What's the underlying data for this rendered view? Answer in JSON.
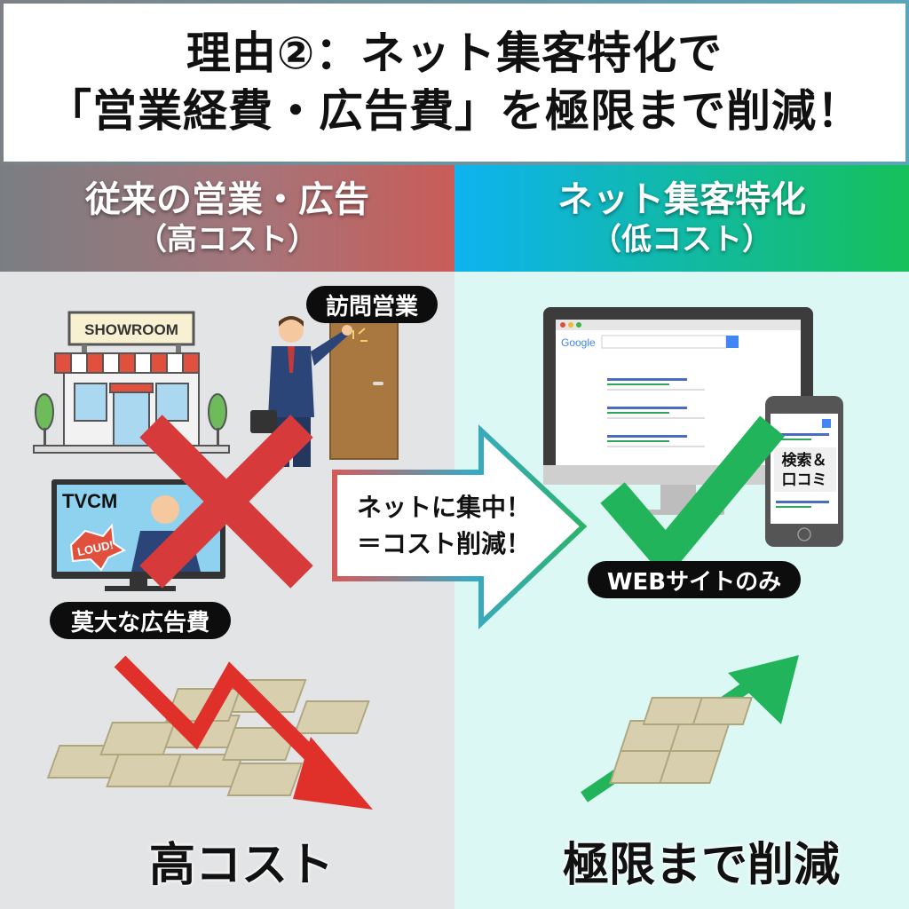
{
  "header": {
    "line1": "理由②：ネット集客特化で",
    "line2": "「営業経費・広告費」を極限まで削減！"
  },
  "left": {
    "title": "従来の営業・広告",
    "subtitle": "（高コスト）",
    "showroom_sign": "SHOWROOM",
    "door_to_door_label": "訪問営業",
    "tv_label": "TVCM",
    "loud_burst": "LOUD!",
    "ad_cost_label": "莫大な広告費",
    "bottom_label": "高コスト",
    "accent_color": "#d63a3a"
  },
  "center_arrow": {
    "line1": "ネットに集中！",
    "line2": "＝コスト削減！"
  },
  "right": {
    "title": "ネット集客特化",
    "subtitle": "（低コスト）",
    "search_logo": "Google",
    "phone_label_line1": "検索＆",
    "phone_label_line2": "口コミ",
    "website_label": "WEBサイトのみ",
    "bottom_label": "極限まで削減",
    "accent_color": "#22b45a"
  }
}
